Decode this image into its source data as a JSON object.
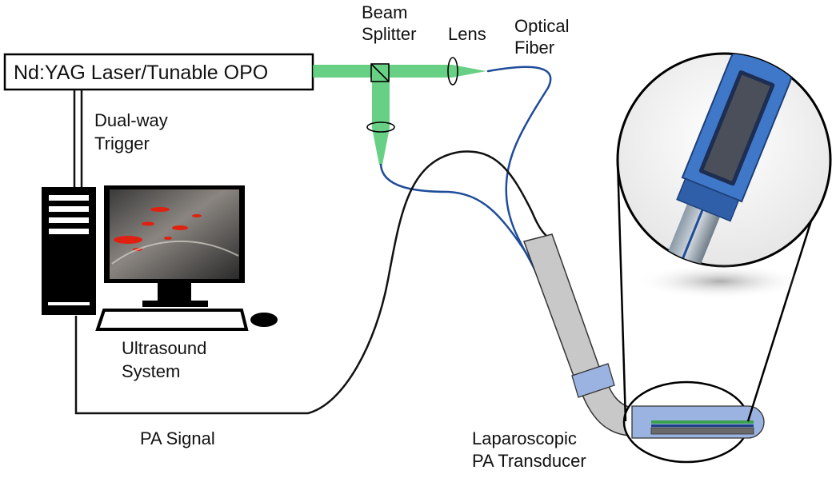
{
  "labels": {
    "laser": "Nd:YAG Laser/Tunable OPO",
    "beam_splitter_line1": "Beam",
    "beam_splitter_line2": "Splitter",
    "lens": "Lens",
    "optical_fiber_line1": "Optical",
    "optical_fiber_line2": "Fiber",
    "trigger_line1": "Dual-way",
    "trigger_line2": "Trigger",
    "ultrasound_line1": "Ultrasound",
    "ultrasound_line2": "System",
    "pa_signal": "PA Signal",
    "transducer_line1": "Laparoscopic",
    "transducer_line2": "PA Transducer"
  },
  "colors": {
    "beam": "#4dc86e",
    "fiber": "#1f4c9a",
    "cable": "#111111",
    "probe_body": "#c8c8c8",
    "probe_band": "#9bb3e0",
    "zoom_blue": "#3f78c8"
  }
}
